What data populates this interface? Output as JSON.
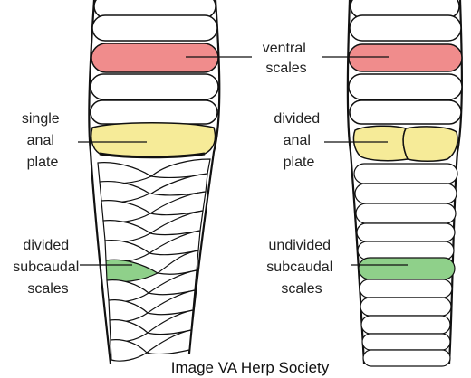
{
  "colors": {
    "ventral": "#f08c8c",
    "anal": "#f6eb98",
    "subcaudal": "#8fd08a",
    "outline": "#111111"
  },
  "labels": {
    "ventral": [
      "ventral",
      "scales"
    ],
    "single_anal": [
      "single",
      "anal",
      "plate"
    ],
    "divided_anal": [
      "divided",
      "anal",
      "plate"
    ],
    "divided_subcaudal": [
      "divided",
      "subcaudal",
      "scales"
    ],
    "undivided_subcaudal": [
      "undivided",
      "subcaudal",
      "scales"
    ]
  },
  "credit": "Image VA Herp Society"
}
